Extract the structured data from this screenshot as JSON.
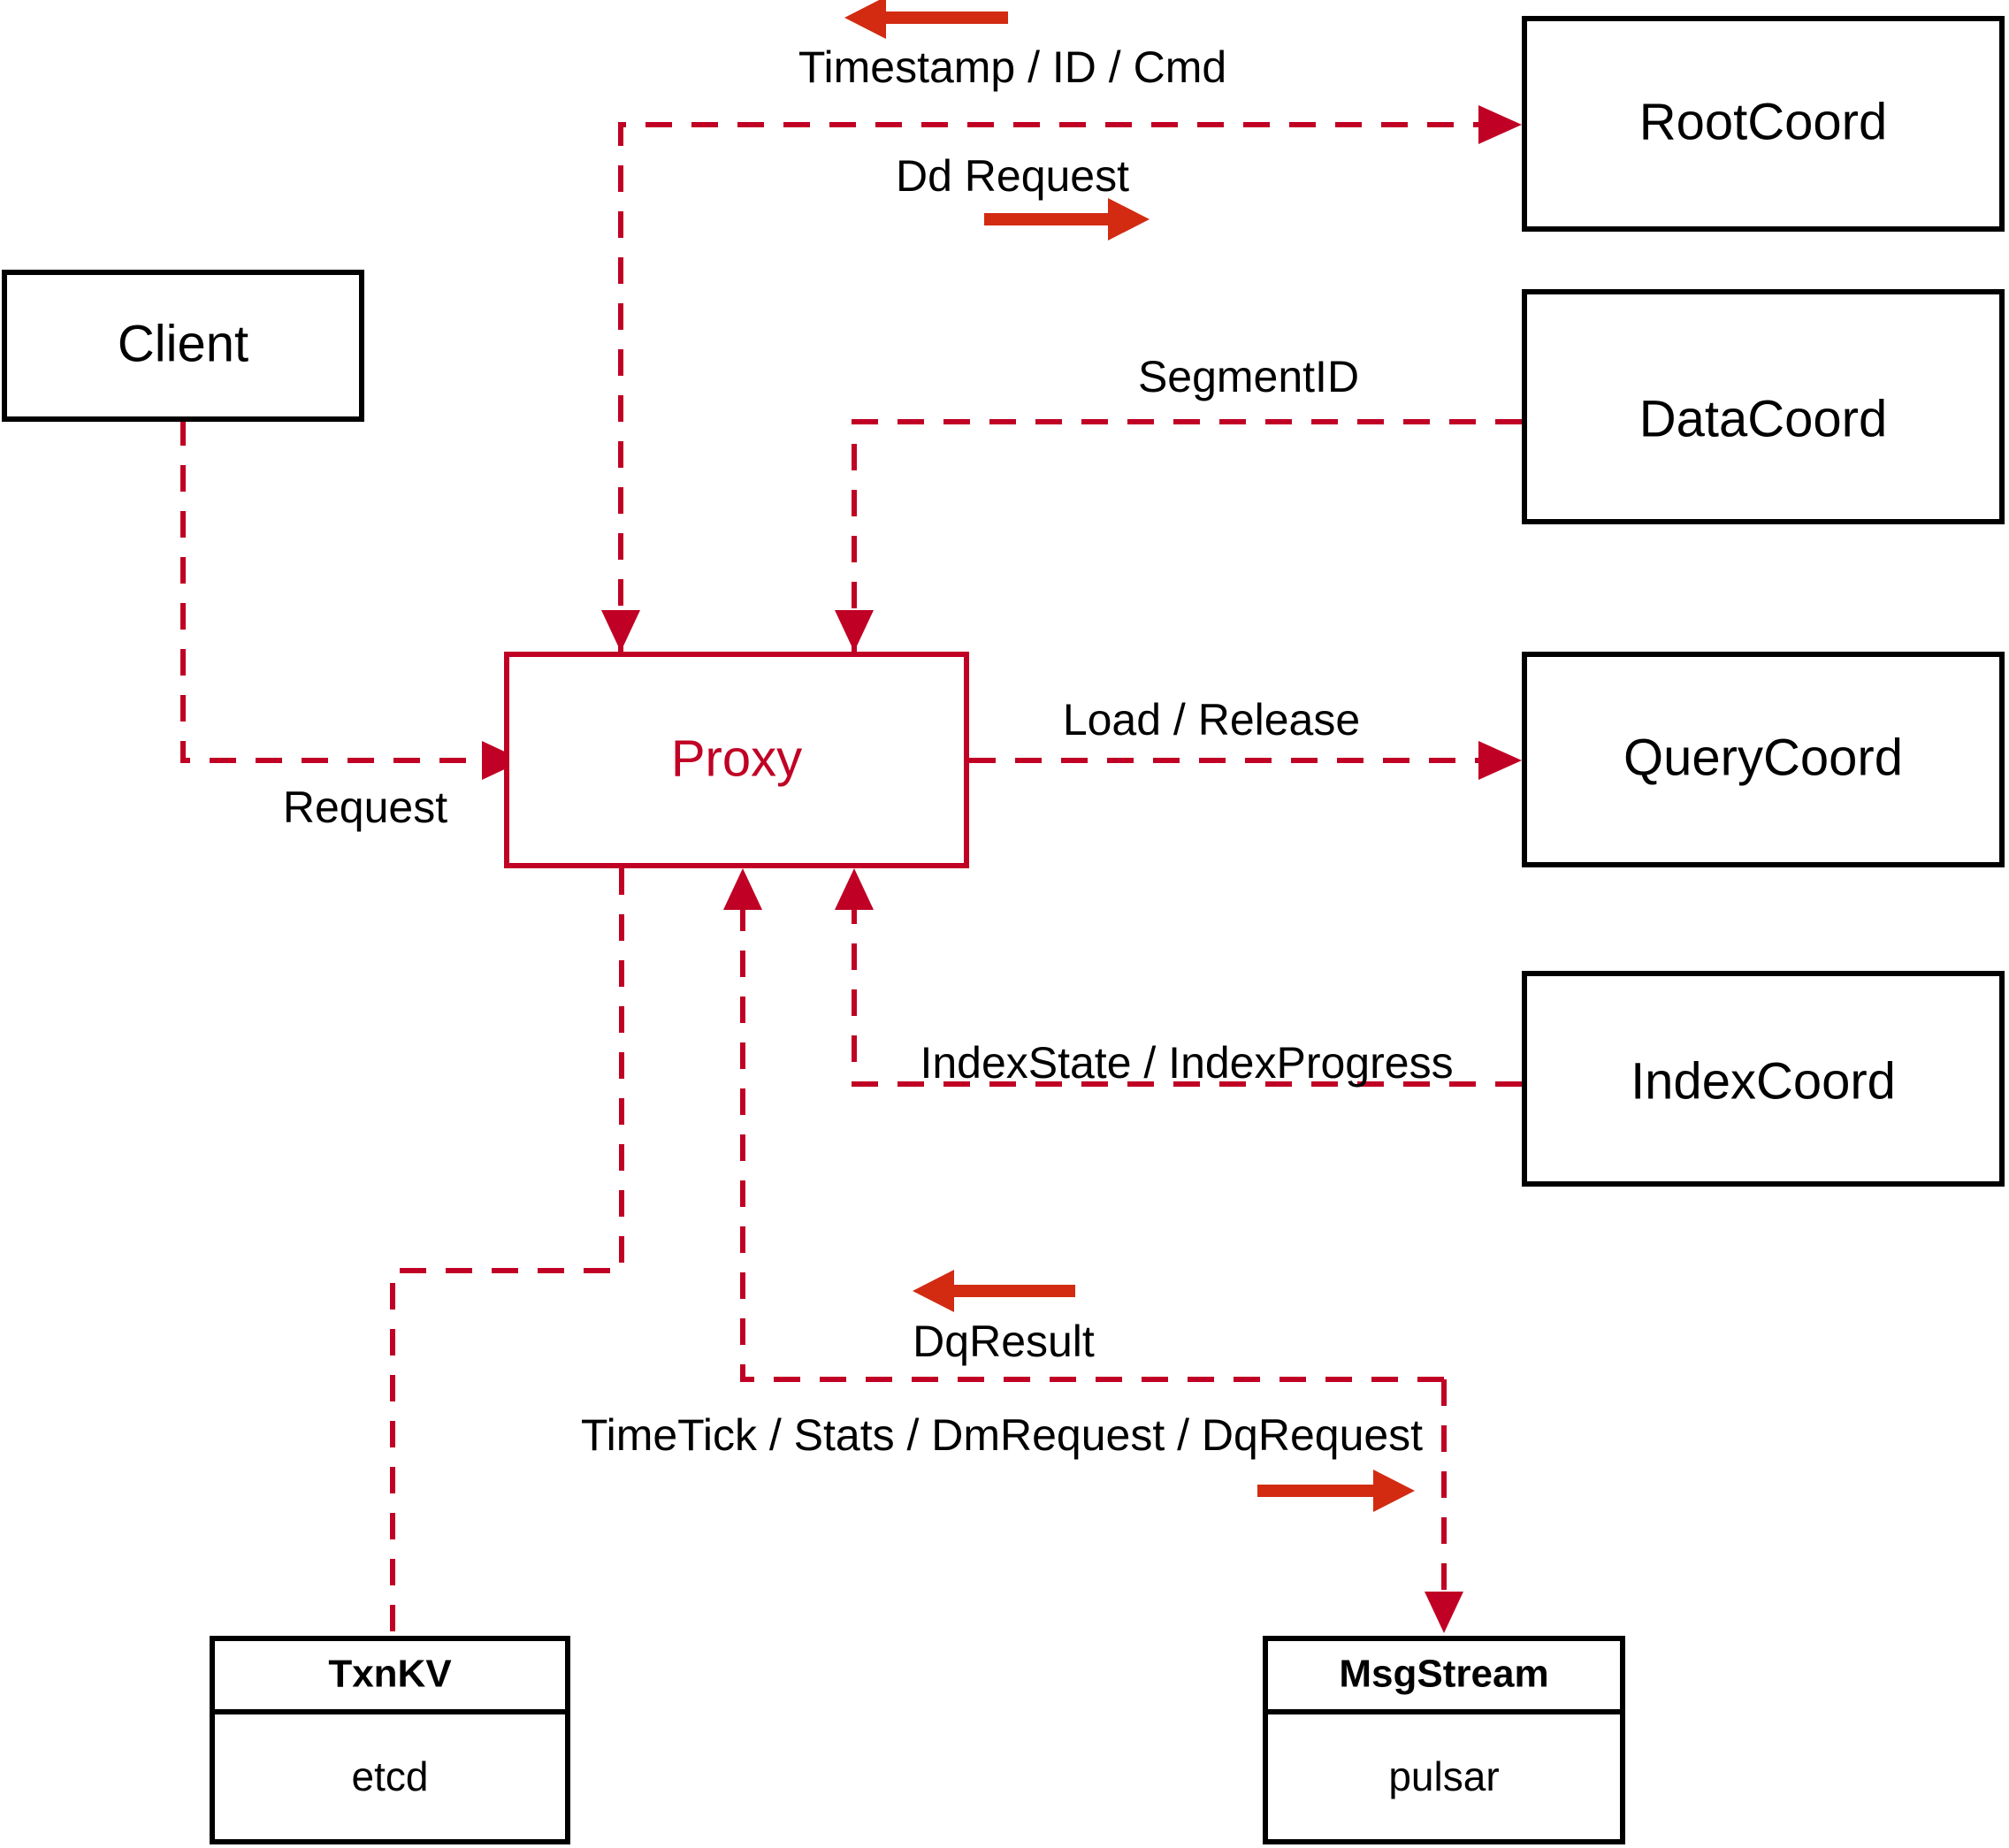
{
  "diagram": {
    "title": "Milvus Proxy interaction diagram",
    "colors": {
      "flow": "#c00024",
      "proxy": "#c00024",
      "node_border": "#000000",
      "direction_arrow": "#d22b12",
      "background": "#ffffff"
    },
    "nodes": [
      {
        "id": "client",
        "label": "Client",
        "style": "plain"
      },
      {
        "id": "proxy",
        "label": "Proxy",
        "style": "accent"
      },
      {
        "id": "rootcoord",
        "label": "RootCoord",
        "style": "plain"
      },
      {
        "id": "datacoord",
        "label": "DataCoord",
        "style": "plain"
      },
      {
        "id": "querycoord",
        "label": "QueryCoord",
        "style": "plain"
      },
      {
        "id": "indexcoord",
        "label": "IndexCoord",
        "style": "plain"
      },
      {
        "id": "txnkv",
        "label": "TxnKV",
        "sublabel": "etcd",
        "style": "compartment"
      },
      {
        "id": "msgstream",
        "label": "MsgStream",
        "sublabel": "pulsar",
        "style": "compartment"
      }
    ],
    "edges": [
      {
        "id": "client-proxy",
        "label": "Request",
        "from": "client",
        "to": "proxy"
      },
      {
        "id": "rootcoord-proxy",
        "label": "Timestamp / ID / Cmd",
        "from": "rootcoord",
        "to": "proxy",
        "direction": "left"
      },
      {
        "id": "proxy-rootcoord",
        "label": "Dd Request",
        "from": "proxy",
        "to": "rootcoord",
        "direction": "right"
      },
      {
        "id": "datacoord-proxy",
        "label": "SegmentID",
        "from": "datacoord",
        "to": "proxy"
      },
      {
        "id": "proxy-querycoord",
        "label": "Load / Release",
        "from": "proxy",
        "to": "querycoord"
      },
      {
        "id": "indexcoord-proxy",
        "label": "IndexState / IndexProgress",
        "from": "indexcoord",
        "to": "proxy"
      },
      {
        "id": "msgstream-proxy",
        "label": "DqResult",
        "from": "msgstream",
        "to": "proxy",
        "direction": "left"
      },
      {
        "id": "proxy-msgstream",
        "label": "TimeTick / Stats / DmRequest / DqRequest",
        "from": "proxy",
        "to": "msgstream",
        "direction": "right"
      },
      {
        "id": "proxy-txnkv",
        "label": "",
        "from": "proxy",
        "to": "txnkv"
      }
    ]
  }
}
